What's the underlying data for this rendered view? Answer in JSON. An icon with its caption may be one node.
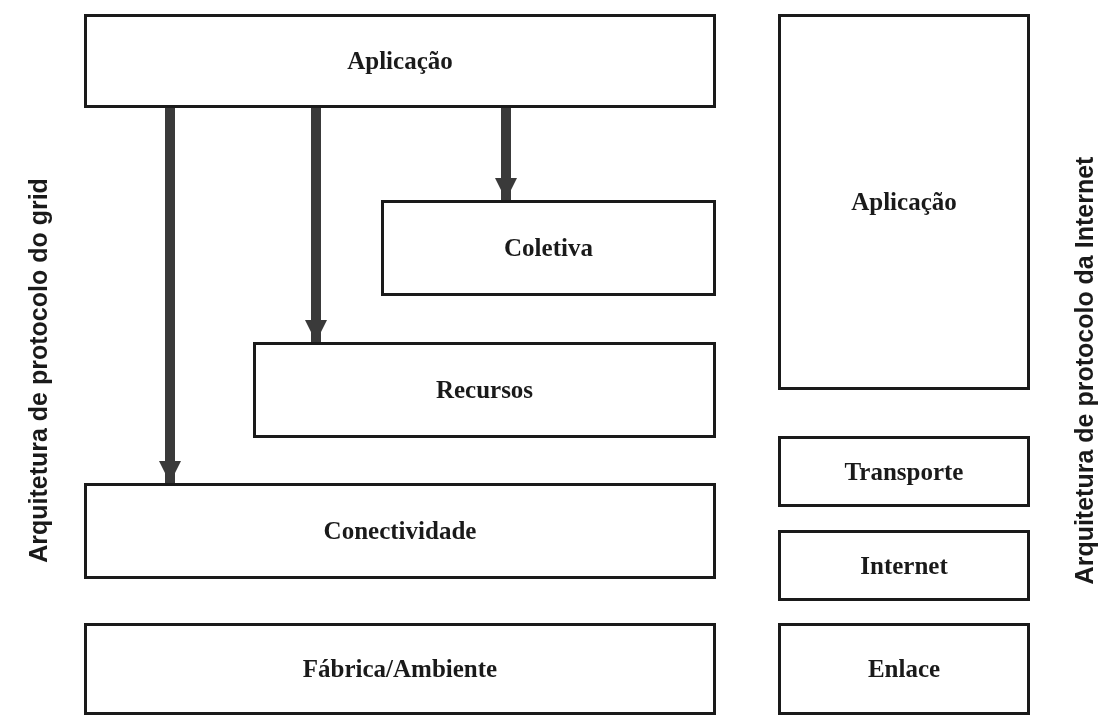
{
  "diagram": {
    "nodes": [
      {
        "text": [
          "Aplicação"
        ]
      },
      {
        "text": [
          "Coletiva"
        ]
      },
      {
        "text": [
          "Recursos"
        ]
      },
      {
        "text": [
          "Conectividade"
        ]
      },
      {
        "text": [
          "Fábrica/Ambiente"
        ]
      },
      {
        "text": [
          "Aplicação"
        ]
      },
      {
        "text": [
          "Transporte"
        ]
      },
      {
        "text": [
          "Internet"
        ]
      },
      {
        "text": [
          "Enlace"
        ]
      }
    ],
    "edges": [
      {
        "from": 0,
        "to": 3,
        "arrow": "to"
      },
      {
        "from": 0,
        "to": 2,
        "arrow": "to"
      },
      {
        "from": 0,
        "to": 1,
        "arrow": "to"
      }
    ],
    "labels": [
      "Arquitetura de protocolo do grid",
      "Arquitetura de protocolo da Internet"
    ]
  }
}
